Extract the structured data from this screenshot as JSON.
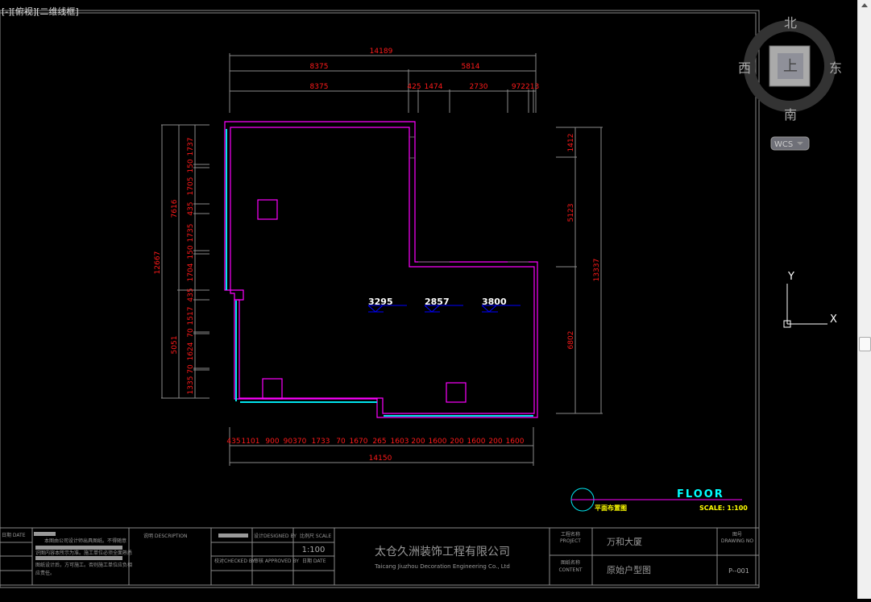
{
  "viewport": {
    "label": "[-][俯视][二维线框]"
  },
  "viewcube": {
    "north": "北",
    "south": "南",
    "east": "东",
    "west": "西",
    "top": "上",
    "wcs": "WCS"
  },
  "ucs": {
    "x": "X",
    "y": "Y"
  },
  "dims": {
    "top_total": "14189",
    "top_row2": [
      "8375",
      "5814"
    ],
    "top_row3": [
      "8375",
      "425",
      "1474",
      "2730",
      "972213"
    ],
    "left_total": "12667",
    "left_mid": [
      "7616",
      "5051"
    ],
    "left_parts": [
      "1737",
      "150",
      "1705",
      "435",
      "1735",
      "150",
      "1704",
      "435",
      "1517",
      "70",
      "1624",
      "70",
      "1335"
    ],
    "right_total": "13337",
    "right_parts": [
      "1412",
      "5123",
      "6802"
    ],
    "bottom_parts": [
      "435",
      "1101",
      "900",
      "90370",
      "1733",
      "70",
      "1670",
      "265",
      "1603",
      "200",
      "1600",
      "200",
      "1600",
      "200",
      "1600"
    ],
    "bottom_total": "14150"
  },
  "levels": [
    "3295",
    "2857",
    "3800"
  ],
  "drawing_title": {
    "floor": "FLOOR",
    "name": "平面布置图",
    "scale": "SCALE: 1:100"
  },
  "title_block": {
    "date_label": "日期 DATE",
    "notes": [
      "本图由公司设计师出具图纸。不得随意",
      "识图内容本所示为准。施工单位必须全面熟悉",
      "图纸设计后，方可施工。否则施工单位应负相",
      "应责任。"
    ],
    "description": "说明 DESCRIPTION",
    "designed_by": "设计DESIGNED BY",
    "checked_by": "校对CHECKED BY",
    "approved_by": "审核 APPROVED BY",
    "scale_label": "比例尺 SCALE",
    "scale_value": "1:100",
    "date_label2": "日期 DATE",
    "company_cn": "太仓久洲装饰工程有限公司",
    "company_en": "Taicang Jiuzhou Decoration Engineering Co., Ltd",
    "project_label_cn": "工程名称",
    "project_label_en": "PROJECT",
    "project_value": "万和大厦",
    "content_label_cn": "图纸名称",
    "content_label_en": "CONTENT",
    "content_value": "原始户型图",
    "drawing_no_label_cn": "图号",
    "drawing_no_label_en": "DRAWING NO",
    "drawing_no_value": "P--001"
  },
  "colors": {
    "wall": "#ff00ff",
    "dimension": "#ff1a1a",
    "glass": "#00e5ee",
    "level": "#0000ff",
    "title": "#00ffff",
    "subtitle": "#ffff00"
  }
}
